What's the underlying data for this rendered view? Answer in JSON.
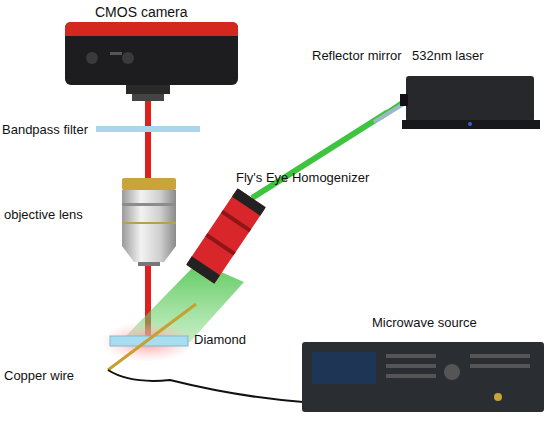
{
  "diagram": {
    "labels": [
      "CMOS camera",
      "Reflector mirror",
      "532nm laser",
      "Bandpass filter",
      "Fly's Eye Homogenizer",
      "objective lens",
      "Diamond",
      "Microwave source",
      "Copper wire"
    ]
  }
}
